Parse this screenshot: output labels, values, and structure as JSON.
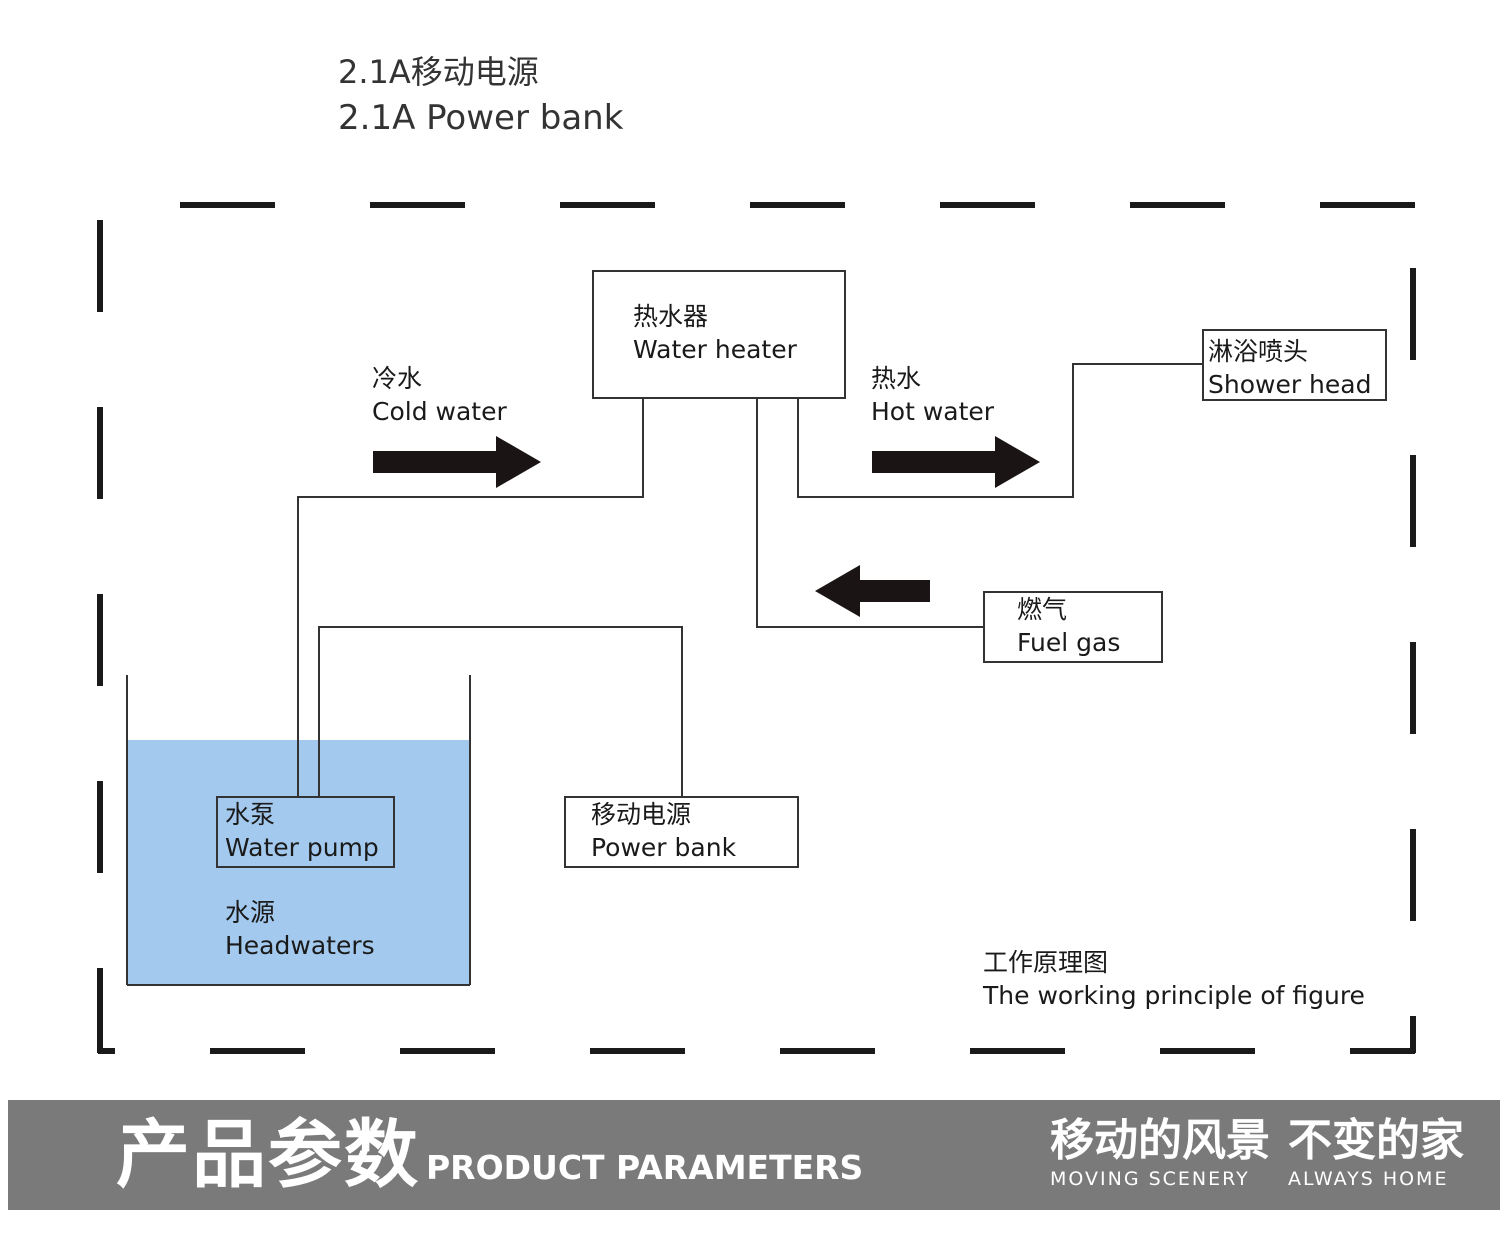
{
  "header": {
    "title_cn": "2.1A移动电源",
    "title_en": "2.1A Power bank"
  },
  "nodes": {
    "water_heater": {
      "cn": "热水器",
      "en": "Water heater"
    },
    "shower_head": {
      "cn": "淋浴喷头",
      "en": "Shower head"
    },
    "fuel_gas": {
      "cn": "燃气",
      "en": "Fuel gas"
    },
    "water_pump": {
      "cn": "水泵",
      "en": "Water pump"
    },
    "power_bank": {
      "cn": "移动电源",
      "en": "Power bank"
    },
    "headwaters": {
      "cn": "水源",
      "en": "Headwaters"
    }
  },
  "flows": {
    "cold_water": {
      "cn": "冷水",
      "en": "Cold water"
    },
    "hot_water": {
      "cn": "热水",
      "en": "Hot water"
    }
  },
  "caption": {
    "cn": "工作原理图",
    "en": "The working principle of figure"
  },
  "banner": {
    "title_cn": "产品参数",
    "title_en": "PRODUCT PARAMETERS",
    "slogan1_cn": "移动的风景",
    "slogan1_en": "MOVING SCENERY",
    "slogan2_cn": "不变的家",
    "slogan2_en": "ALWAYS HOME"
  },
  "colors": {
    "water_fill": "#a3c9ee",
    "banner_bg": "#7a7a7a",
    "line": "#333333",
    "arrow": "#1a1414"
  }
}
